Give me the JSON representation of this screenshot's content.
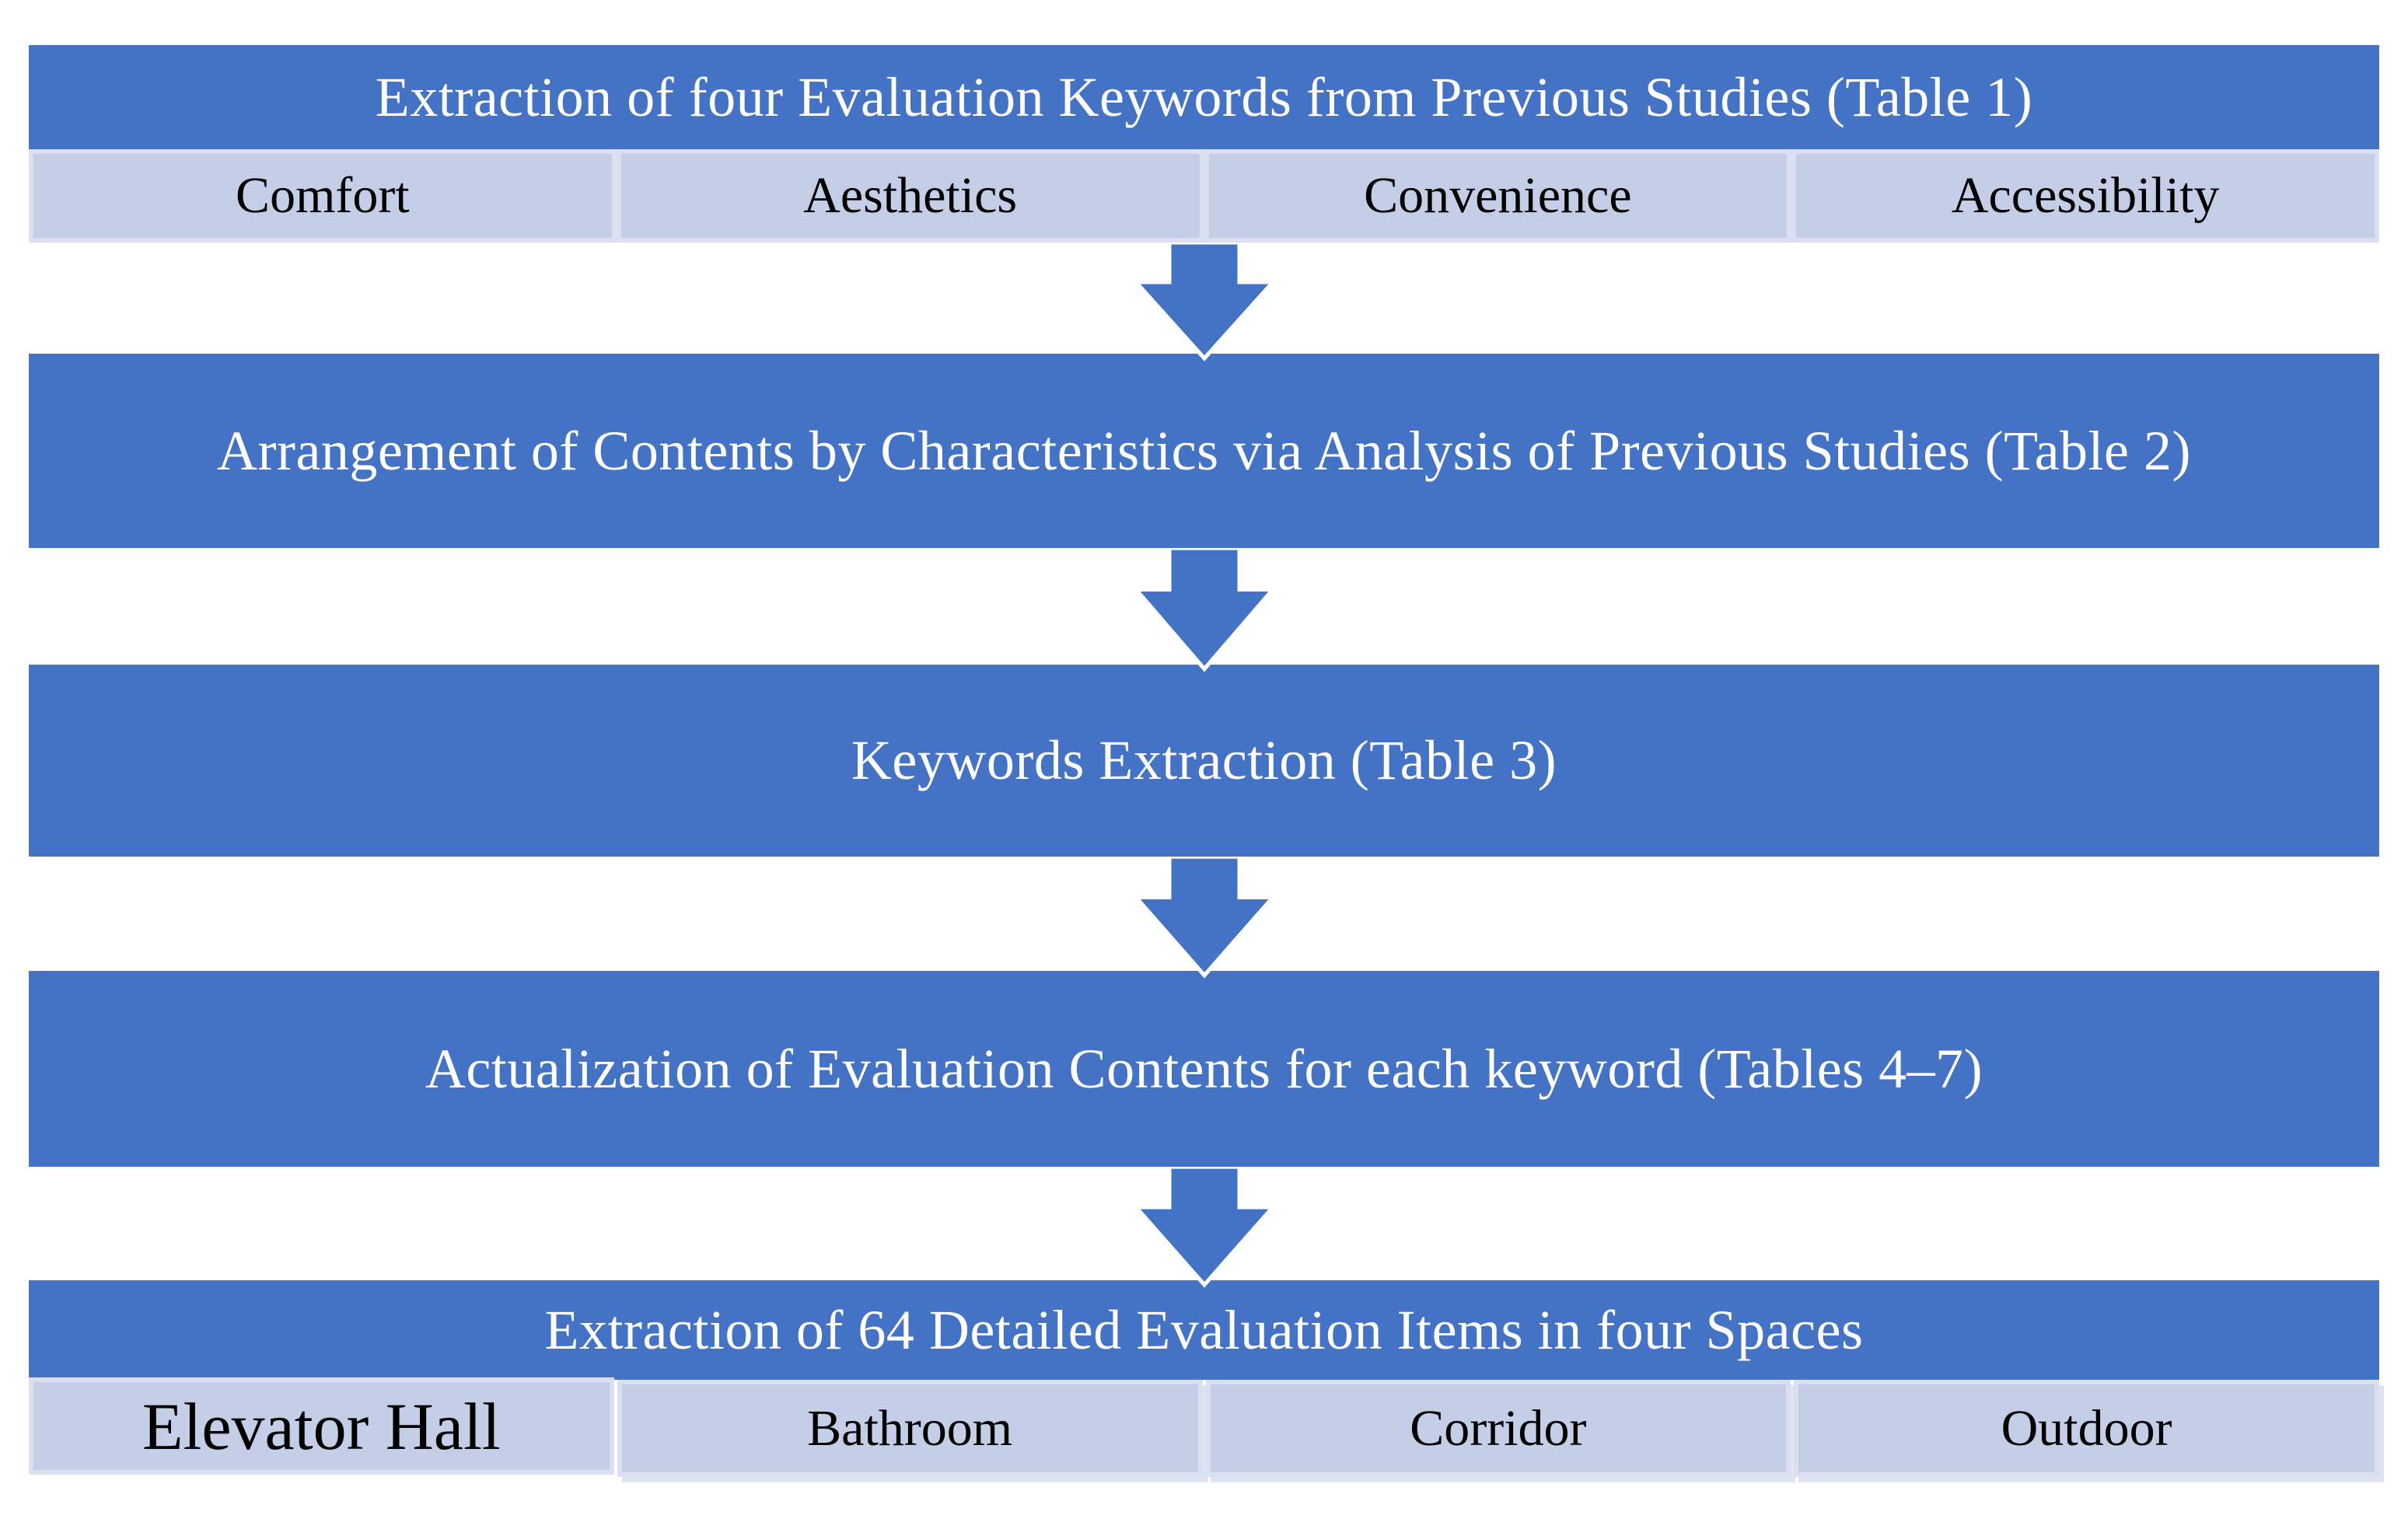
{
  "palette": {
    "primary_blue": "#4472C4",
    "cell_fill": "#C4CEE7",
    "cell_border": "#DAE0F1",
    "header_text": "#FFFFFF",
    "cell_text": "#000000",
    "background": "#FFFFFF"
  },
  "flowchart": {
    "step1": {
      "header": "Extraction of four Evaluation Keywords from Previous Studies (Table 1)",
      "keywords": [
        "Comfort",
        "Aesthetics",
        "Convenience",
        "Accessibility"
      ]
    },
    "step2_label": "Arrangement of Contents by Characteristics via Analysis of Previous Studies (Table 2)",
    "step3_label": "Keywords Extraction (Table 3)",
    "step4_label": "Actualization of Evaluation Contents for each keyword (Tables 4–7)",
    "step5": {
      "header": "Extraction of 64 Detailed Evaluation Items in four Spaces",
      "spaces": [
        "Elevator Hall",
        "Bathroom",
        "Corridor",
        "Outdoor"
      ]
    }
  },
  "icons": {
    "down_arrow": "block-down-arrow-icon"
  }
}
